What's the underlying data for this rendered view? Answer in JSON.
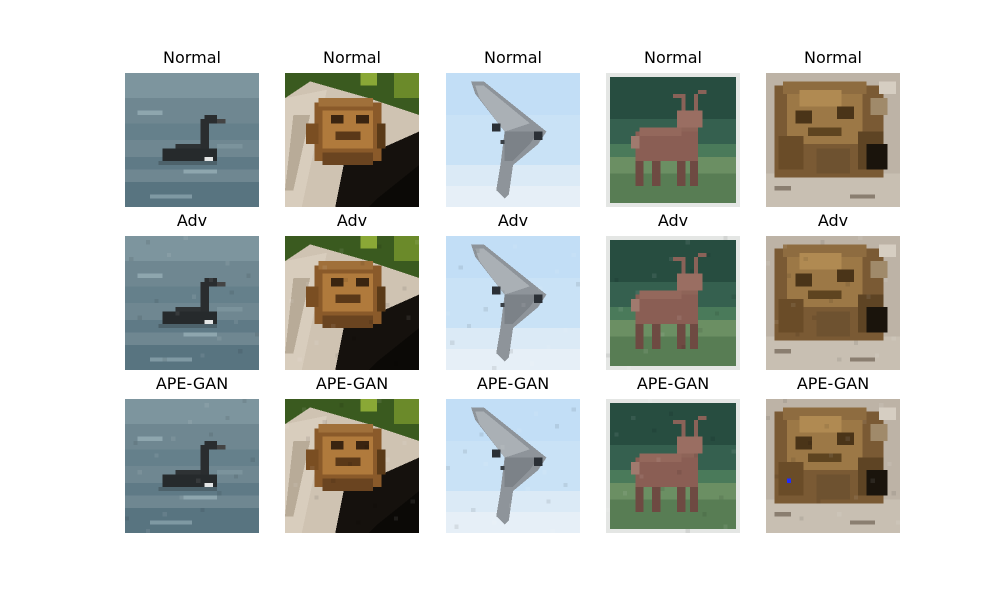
{
  "figure": {
    "rows": [
      {
        "label": "Normal",
        "images": [
          {
            "subject": "bird on water"
          },
          {
            "subject": "frog on log"
          },
          {
            "subject": "airplane in sky"
          },
          {
            "subject": "deer on grass"
          },
          {
            "subject": "frog close-up"
          }
        ]
      },
      {
        "label": "Adv",
        "images": [
          {
            "subject": "bird on water"
          },
          {
            "subject": "frog on log"
          },
          {
            "subject": "airplane in sky"
          },
          {
            "subject": "deer on grass"
          },
          {
            "subject": "frog close-up"
          }
        ]
      },
      {
        "label": "APE-GAN",
        "images": [
          {
            "subject": "bird on water"
          },
          {
            "subject": "frog on log"
          },
          {
            "subject": "airplane in sky"
          },
          {
            "subject": "deer on grass"
          },
          {
            "subject": "frog close-up"
          }
        ]
      }
    ]
  }
}
